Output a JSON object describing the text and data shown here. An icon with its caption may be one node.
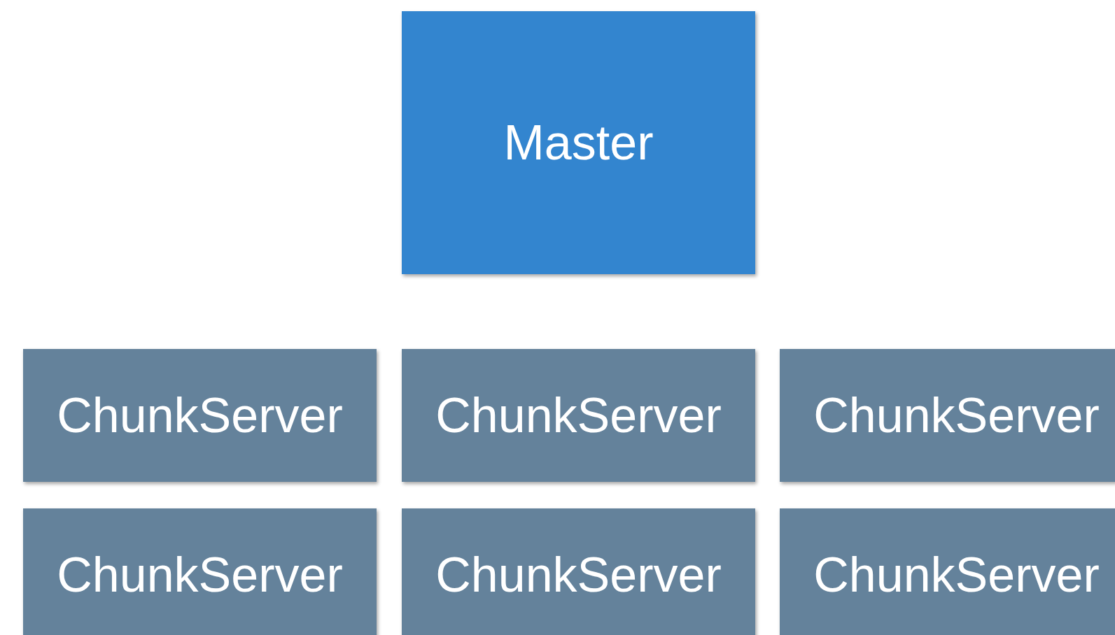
{
  "diagram": {
    "nodes": [
      {
        "text": [
          "Master"
        ]
      },
      {
        "text": [
          "ChunkServer"
        ]
      },
      {
        "text": [
          "ChunkServer"
        ]
      },
      {
        "text": [
          "ChunkServer"
        ]
      },
      {
        "text": [
          "ChunkServer"
        ]
      },
      {
        "text": [
          "ChunkServer"
        ]
      },
      {
        "text": [
          "ChunkServer"
        ]
      }
    ]
  }
}
